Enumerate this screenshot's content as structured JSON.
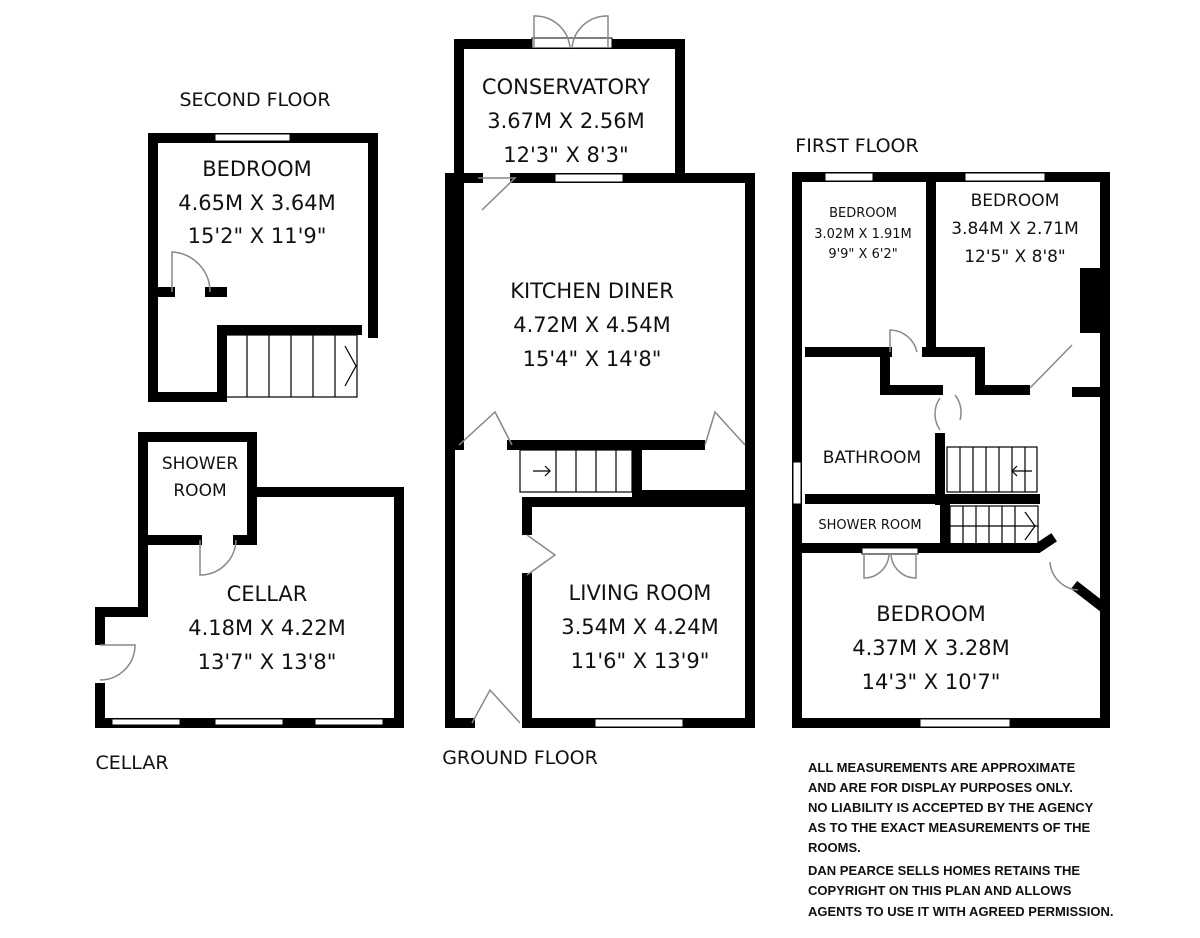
{
  "second_floor": {
    "label": "SECOND FLOOR",
    "rooms": [
      {
        "name": "BEDROOM",
        "metric": "4.65M X 3.64M",
        "imperial": "15'2\" X 11'9\""
      }
    ]
  },
  "cellar_floor": {
    "label": "CELLAR",
    "rooms": [
      {
        "name": "SHOWER",
        "name2": "ROOM"
      },
      {
        "name": "CELLAR",
        "metric": "4.18M X 4.22M",
        "imperial": "13'7\" X 13'8\""
      }
    ]
  },
  "ground_floor": {
    "label": "GROUND FLOOR",
    "rooms": [
      {
        "name": "CONSERVATORY",
        "metric": "3.67M X 2.56M",
        "imperial": "12'3\" X 8'3\""
      },
      {
        "name": "KITCHEN DINER",
        "metric": "4.72M X 4.54M",
        "imperial": "15'4\" X 14'8\""
      },
      {
        "name": "LIVING ROOM",
        "metric": "3.54M X 4.24M",
        "imperial": "11'6\" X 13'9\""
      }
    ]
  },
  "first_floor": {
    "label": "FIRST FLOOR",
    "rooms": [
      {
        "name": "BEDROOM",
        "metric": "3.02M X 1.91M",
        "imperial": "9'9\" X 6'2\""
      },
      {
        "name": "BEDROOM",
        "metric": "3.84M X 2.71M",
        "imperial": "12'5\" X 8'8\""
      },
      {
        "name": "BATHROOM"
      },
      {
        "name": "SHOWER ROOM"
      },
      {
        "name": "BEDROOM",
        "metric": "4.37M X 3.28M",
        "imperial": "14'3\" X 10'7\""
      }
    ]
  },
  "disclaimer": [
    "ALL MEASUREMENTS ARE APPROXIMATE",
    "AND ARE FOR DISPLAY PURPOSES ONLY.",
    "NO LIABILITY IS ACCEPTED BY THE AGENCY",
    "AS TO THE EXACT MEASUREMENTS OF THE",
    "ROOMS.",
    "DAN PEARCE SELLS HOMES RETAINS THE",
    "COPYRIGHT ON THIS PLAN AND ALLOWS",
    "AGENTS TO USE IT WITH AGREED PERMISSION."
  ]
}
